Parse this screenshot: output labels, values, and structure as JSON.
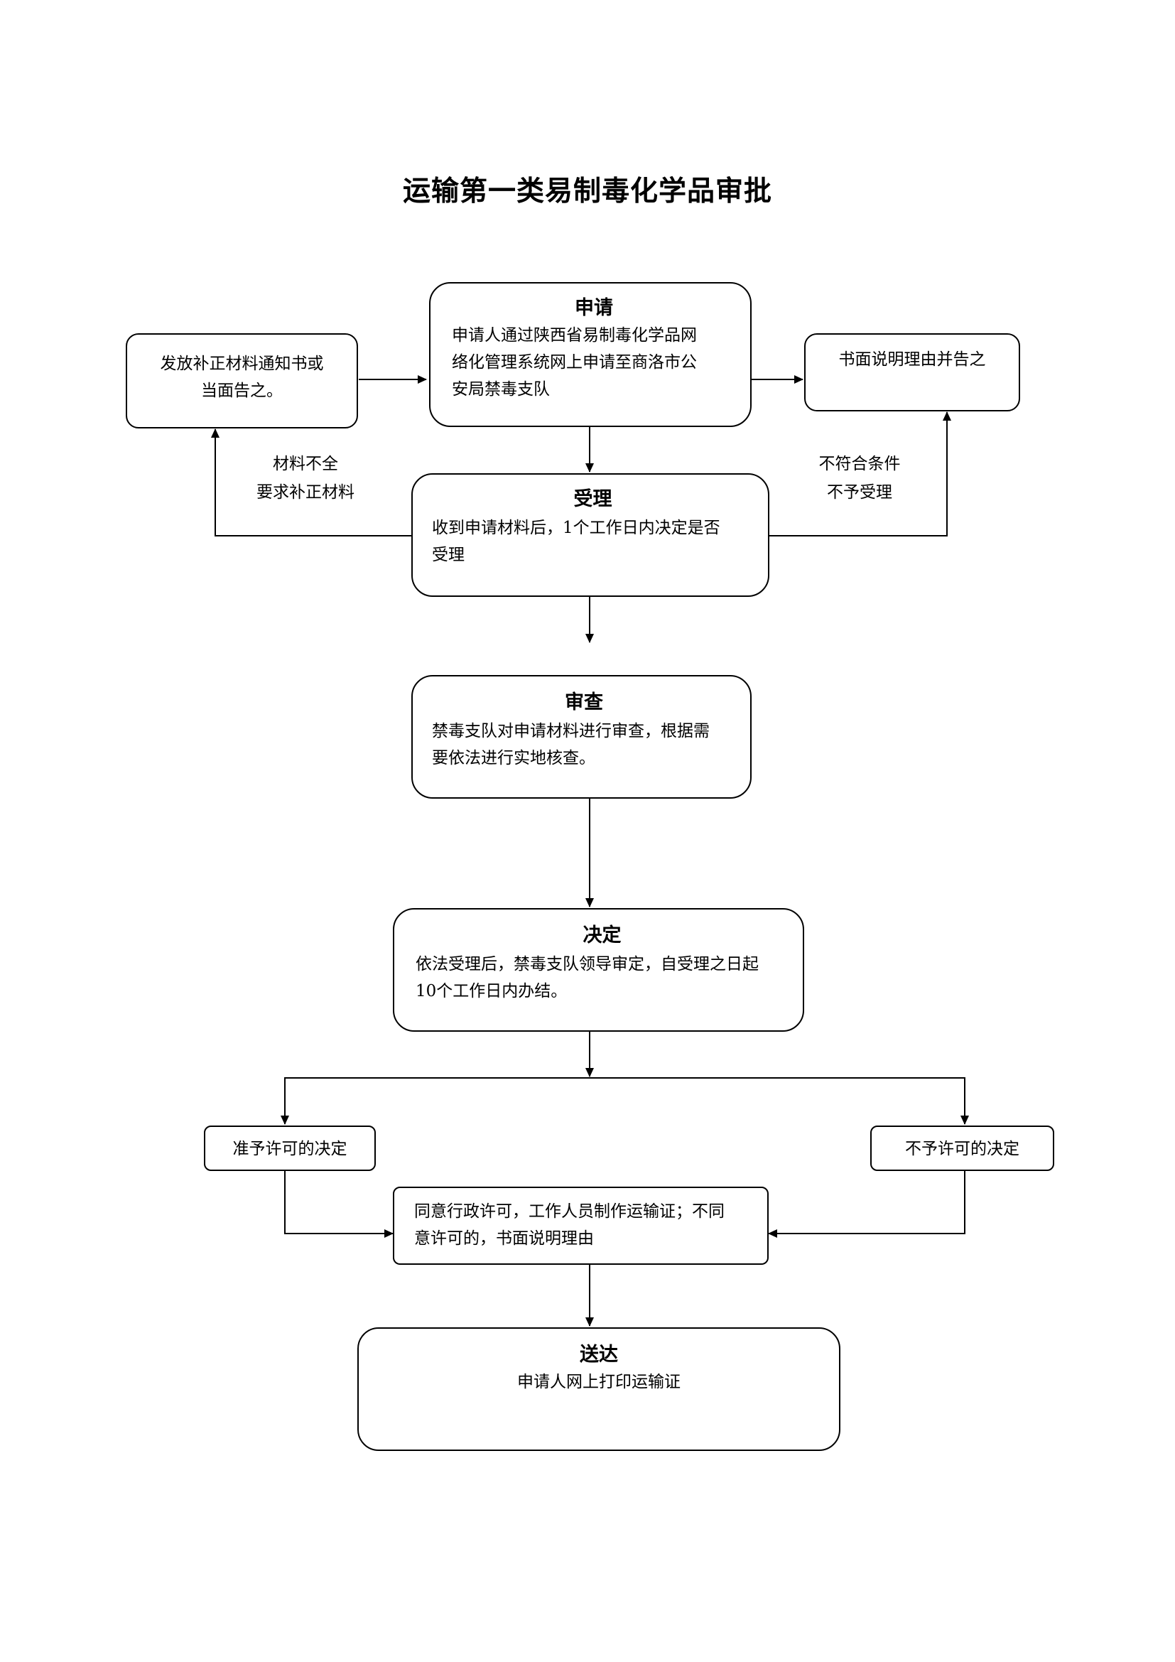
{
  "title": "运输第一类易制毒化学品审批",
  "steps": {
    "apply": {
      "title": "申请",
      "lines": [
        "申请人通过陕西省易制毒化学品网",
        "络化管理系统网上申请至商洛市公",
        "安局禁毒支队"
      ]
    },
    "accept": {
      "title": "受理",
      "lines": [
        "收到申请材料后，1个工作日内决定是否",
        "受理"
      ]
    },
    "review": {
      "title": "审查",
      "lines": [
        "禁毒支队对申请材料进行审查，根据需",
        "要依法进行实地核查。"
      ]
    },
    "decide": {
      "title": "决定",
      "lines": [
        "依法受理后，禁毒支队领导审定，自受理之日起",
        "10个工作日内办结。"
      ]
    },
    "deliver": {
      "title": "送达",
      "lines": [
        "申请人网上打印运输证"
      ]
    }
  },
  "side": {
    "supplement": [
      "发放补正材料通知书或",
      "当面告之。"
    ],
    "written_notice": "书面说明理由并告之",
    "grant": "准予许可的决定",
    "deny": "不予许可的决定",
    "outcome": [
      "同意行政许可，工作人员制作运输证；不同",
      "意许可的，书面说明理由"
    ]
  },
  "edge_labels": {
    "incomplete": [
      "材料不全",
      "要求补正材料"
    ],
    "not_qualified": [
      "不符合条件",
      "不予受理"
    ]
  }
}
